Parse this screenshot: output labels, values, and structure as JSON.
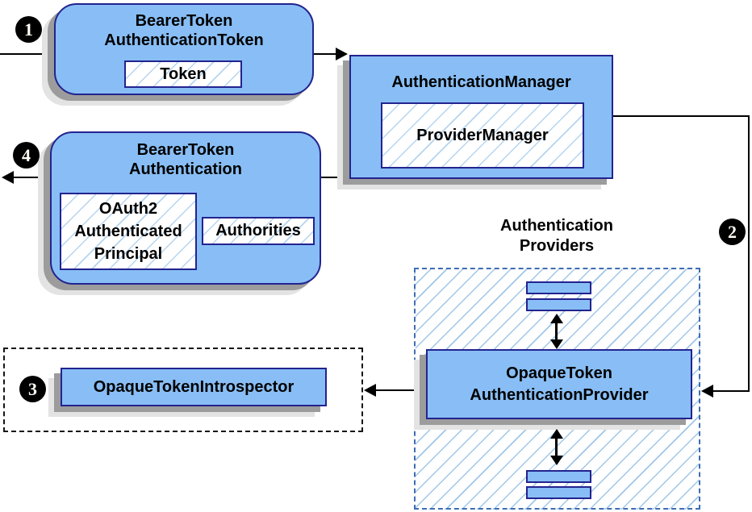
{
  "colors": {
    "node_fill": "#88bef5",
    "node_border": "#23238f",
    "hatch_line": "#9fc6e8",
    "hatch_line_light": "#b5d4f0",
    "providers_border": "#3e6db5",
    "shadow_dark": "#9c9c9c",
    "shadow_light": "#e3e3e3",
    "arrow": "#000000",
    "badge_bg": "#000000",
    "badge_text": "#fffdf4"
  },
  "badges": {
    "step1": "1",
    "step2": "2",
    "step3": "3",
    "step4": "4"
  },
  "nodes": {
    "btat": {
      "line1": "BearerToken",
      "line2": "AuthenticationToken",
      "token": "Token"
    },
    "manager": {
      "title": "AuthenticationManager",
      "provider_manager": "ProviderManager"
    },
    "bta": {
      "line1": "BearerToken",
      "line2": "Authentication",
      "principal1": "OAuth2",
      "principal2": "Authenticated",
      "principal3": "Principal",
      "authorities": "Authorities"
    },
    "introspector": {
      "label": "OpaqueTokenIntrospector"
    },
    "providers": {
      "title1": "Authentication",
      "title2": "Providers"
    },
    "provider": {
      "line1": "OpaqueToken",
      "line2": "AuthenticationProvider"
    }
  }
}
